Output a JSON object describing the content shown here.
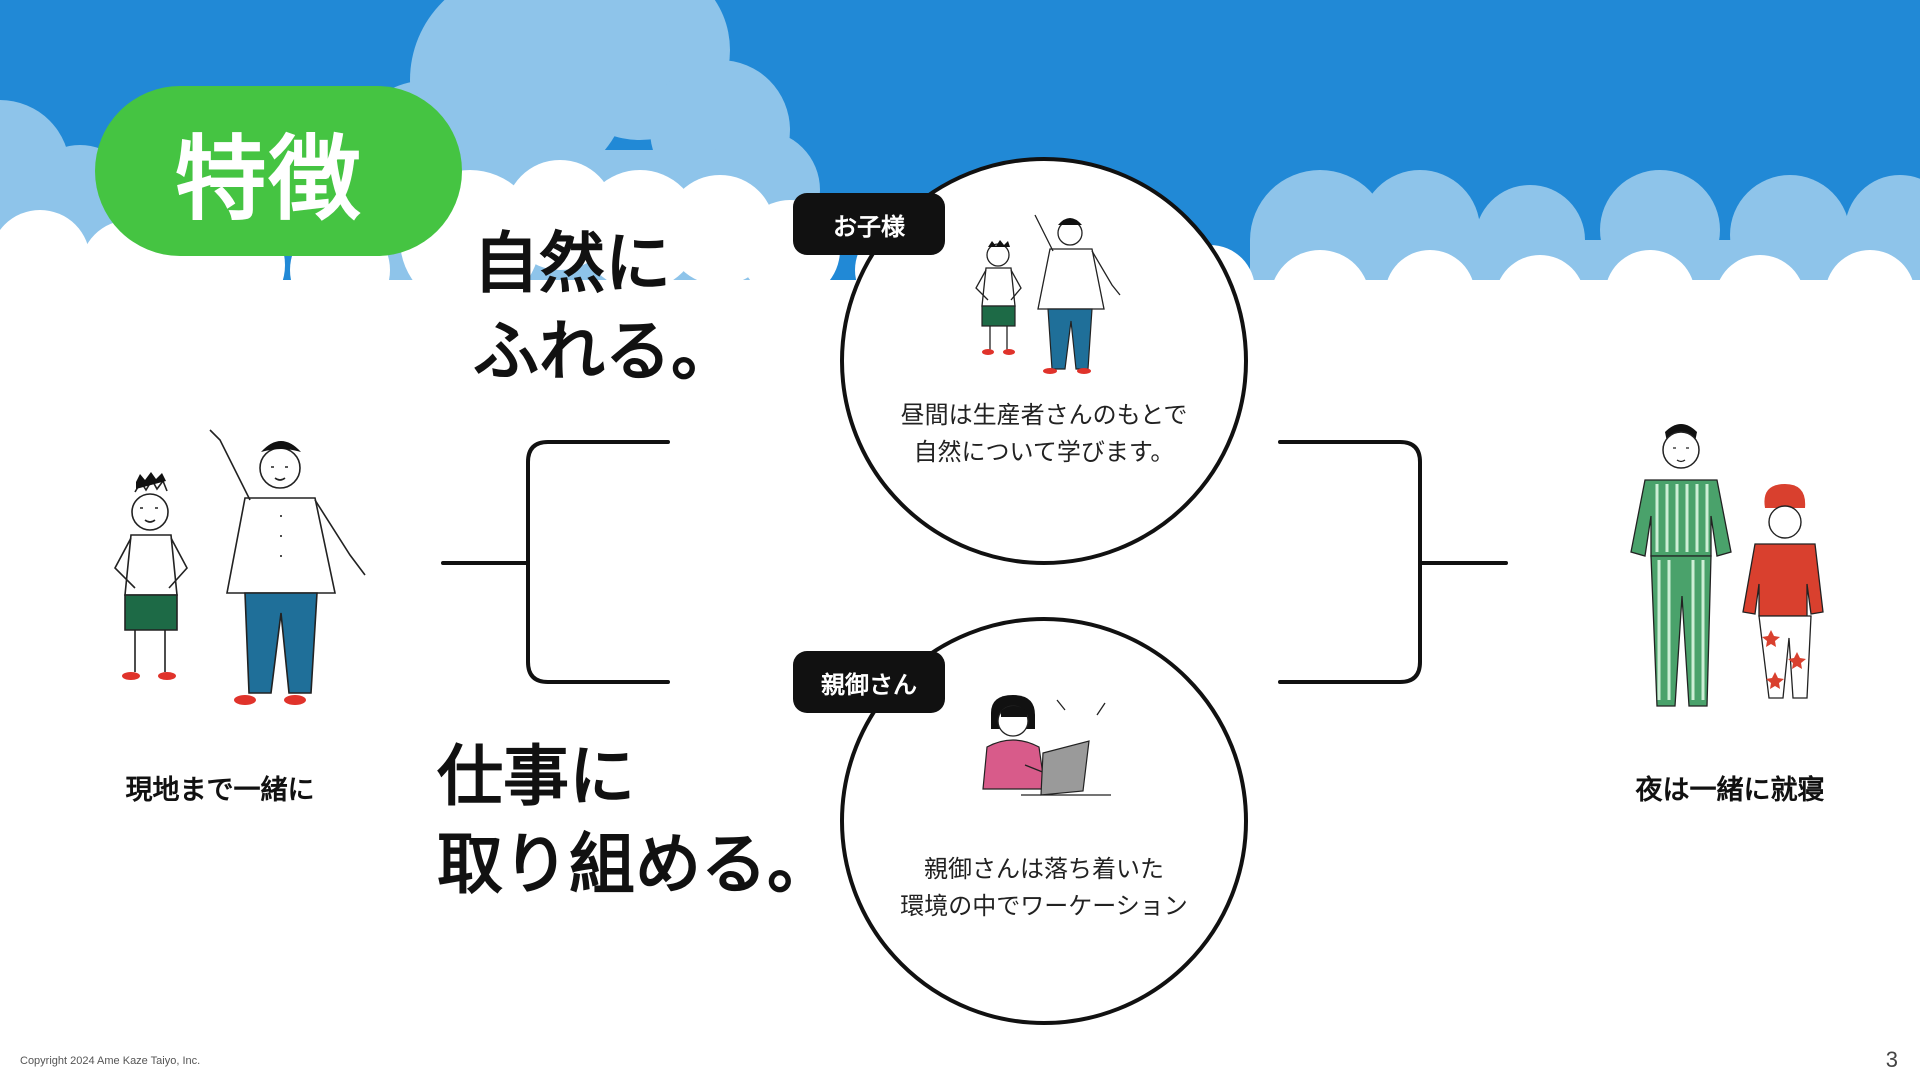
{
  "slide": {
    "title": "特徴",
    "heading_nature": [
      "自然に",
      "ふれる。"
    ],
    "heading_work": [
      "仕事に",
      "取り組める。"
    ],
    "caption_left": "現地まで一緒に",
    "caption_right": "夜は一緒に就寝",
    "child_card": {
      "tag": "お子様",
      "text": [
        "昼間は生産者さんのもとで",
        "自然について学びます。"
      ]
    },
    "parent_card": {
      "tag": "親御さん",
      "text": [
        "親御さんは落ち着いた",
        "環境の中でワーケーション"
      ]
    },
    "footer": "Copyright 2024 Ame Kaze Taiyo, Inc.",
    "page_number": "3"
  },
  "colors": {
    "sky_blue": "#2189d6",
    "cloud_light": "#8ec4ea",
    "title_green": "#45c442",
    "ink": "#111111"
  },
  "icons": [
    "parent-child-pointing-illustration",
    "woman-laptop-illustration",
    "family-pajamas-illustration"
  ]
}
